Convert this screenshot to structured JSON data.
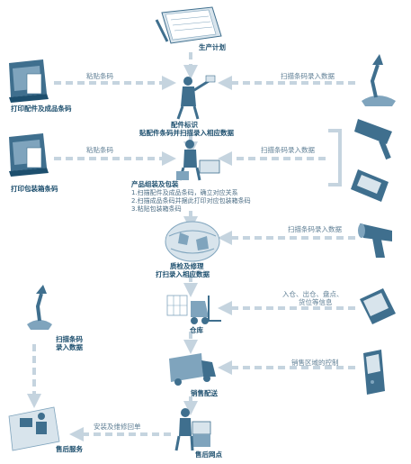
{
  "colors": {
    "arrow": "#c5d4df",
    "icon_dark": "#3f6f8e",
    "icon_mid": "#7fa4bd",
    "icon_light": "#d8e4ec",
    "label_dark": "#1d4f6e",
    "label_light": "#5f7f95"
  },
  "nodes": {
    "production_plan": "生产计划",
    "parts_label_title": "配件标识",
    "parts_label_sub": "贴配件条码并扫描录入相应数据",
    "assembly_title": "产品组装及包装",
    "assembly_steps": [
      "1.扫描配件及成品条码，确立对应关系",
      "2.扫描成品条码并据此打印对应包装箱条码",
      "3.粘贴包装箱条码"
    ],
    "qc_title": "质检及修理",
    "qc_sub": "打扫录入相应数据",
    "warehouse": "仓库",
    "sales_delivery": "销售配送",
    "service_outlet": "售后网点",
    "after_sales": "售后服务",
    "print_parts": "打印配件及成品条码",
    "print_box": "打印包装箱条码",
    "scan_left_1": "扫描条码",
    "scan_left_2": "录入数据"
  },
  "edges": {
    "paste_barcode_1": "粘贴条码",
    "paste_barcode_2": "粘贴条码",
    "scan_entry_1": "扫描条码录入数据",
    "scan_entry_2": "扫描条码录入数据",
    "scan_entry_3": "扫描条码录入数据",
    "inventory": "入仓、出仓、盘点、",
    "inventory_2": "货位等信息",
    "sales_control": "销售区域的控制",
    "install_repair": "安装及维修回单"
  },
  "icons": [
    "notebook-icon",
    "worker-icon",
    "worker-boxes-icon",
    "printer-icon",
    "scanner-stand-icon",
    "handheld-scanner-icon",
    "pda-icon",
    "scan-gun-icon",
    "globe-icon",
    "forklift-icon",
    "truck-icon",
    "mobile-terminal-icon",
    "service-desk-icon"
  ]
}
